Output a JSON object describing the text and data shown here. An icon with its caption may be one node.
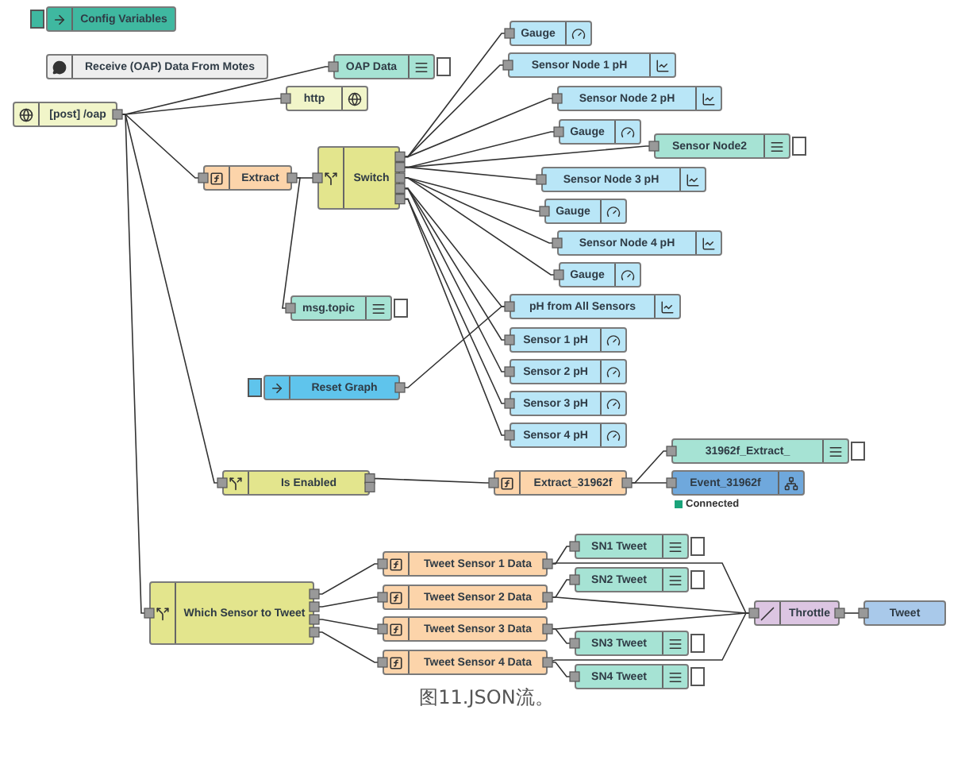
{
  "diagram": {
    "caption": "图11.JSON流。",
    "nodes": [
      {
        "text": [
          "Config Variables"
        ]
      },
      {
        "text": [
          "Receive (OAP) Data From Motes"
        ]
      },
      {
        "text": [
          "OAP Data"
        ]
      },
      {
        "text": [
          "[post] /oap"
        ]
      },
      {
        "text": [
          "http"
        ]
      },
      {
        "text": [
          "Extract"
        ]
      },
      {
        "text": [
          "Switch"
        ]
      },
      {
        "text": [
          "msg.topic"
        ]
      },
      {
        "text": [
          "Gauge"
        ]
      },
      {
        "text": [
          "Sensor Node 1 pH"
        ]
      },
      {
        "text": [
          "Sensor Node 2 pH"
        ]
      },
      {
        "text": [
          "Gauge"
        ]
      },
      {
        "text": [
          "Sensor Node2"
        ]
      },
      {
        "text": [
          "Sensor Node 3 pH"
        ]
      },
      {
        "text": [
          "Gauge"
        ]
      },
      {
        "text": [
          "Sensor Node 4 pH"
        ]
      },
      {
        "text": [
          "Gauge"
        ]
      },
      {
        "text": [
          "pH from All Sensors"
        ]
      },
      {
        "text": [
          "Sensor 1 pH"
        ]
      },
      {
        "text": [
          "Sensor 2 pH"
        ]
      },
      {
        "text": [
          "Sensor 3 pH"
        ]
      },
      {
        "text": [
          "Sensor 4 pH"
        ]
      },
      {
        "text": [
          "Reset Graph"
        ]
      },
      {
        "text": [
          "Is Enabled"
        ]
      },
      {
        "text": [
          "Extract_31962f"
        ]
      },
      {
        "text": [
          "31962f_Extract_"
        ]
      },
      {
        "text": [
          "Event_31962f"
        ],
        "beside": [
          "Connected"
        ]
      },
      {
        "text": [
          "Which Sensor to Tweet"
        ]
      },
      {
        "text": [
          "Tweet Sensor 1 Data"
        ]
      },
      {
        "text": [
          "Tweet Sensor 2 Data"
        ]
      },
      {
        "text": [
          "Tweet Sensor 3 Data"
        ]
      },
      {
        "text": [
          "Tweet Sensor 4 Data"
        ]
      },
      {
        "text": [
          "SN1 Tweet"
        ]
      },
      {
        "text": [
          "SN2 Tweet"
        ]
      },
      {
        "text": [
          "SN3 Tweet"
        ]
      },
      {
        "text": [
          "SN4 Tweet"
        ]
      },
      {
        "text": [
          "Throttle"
        ]
      },
      {
        "text": [
          "Tweet"
        ]
      }
    ],
    "edges": [
      {
        "from": 3,
        "to": 2,
        "arrow": "none"
      },
      {
        "from": 3,
        "to": 4,
        "arrow": "none"
      },
      {
        "from": 3,
        "to": 5,
        "arrow": "none"
      },
      {
        "from": 3,
        "to": 23,
        "arrow": "none"
      },
      {
        "from": 3,
        "to": 27,
        "arrow": "none"
      },
      {
        "from": 5,
        "to": 6,
        "arrow": "none"
      },
      {
        "from": 5,
        "to": 7,
        "arrow": "none"
      },
      {
        "from": 6,
        "to": 8,
        "arrow": "none"
      },
      {
        "from": 6,
        "to": 9,
        "arrow": "none"
      },
      {
        "from": 6,
        "to": 10,
        "arrow": "none"
      },
      {
        "from": 6,
        "to": 11,
        "arrow": "none"
      },
      {
        "from": 6,
        "to": 12,
        "arrow": "none"
      },
      {
        "from": 6,
        "to": 13,
        "arrow": "none"
      },
      {
        "from": 6,
        "to": 14,
        "arrow": "none"
      },
      {
        "from": 6,
        "to": 15,
        "arrow": "none"
      },
      {
        "from": 6,
        "to": 16,
        "arrow": "none"
      },
      {
        "from": 6,
        "to": 17,
        "arrow": "none"
      },
      {
        "from": 6,
        "to": 18,
        "arrow": "none"
      },
      {
        "from": 6,
        "to": 19,
        "arrow": "none"
      },
      {
        "from": 6,
        "to": 20,
        "arrow": "none"
      },
      {
        "from": 6,
        "to": 21,
        "arrow": "none"
      },
      {
        "from": 22,
        "to": 17,
        "arrow": "none"
      },
      {
        "from": 23,
        "to": 24,
        "arrow": "none"
      },
      {
        "from": 24,
        "to": 25,
        "arrow": "none"
      },
      {
        "from": 24,
        "to": 26,
        "arrow": "none"
      },
      {
        "from": 27,
        "to": 28,
        "arrow": "none"
      },
      {
        "from": 27,
        "to": 29,
        "arrow": "none"
      },
      {
        "from": 27,
        "to": 30,
        "arrow": "none"
      },
      {
        "from": 27,
        "to": 31,
        "arrow": "none"
      },
      {
        "from": 28,
        "to": 32,
        "arrow": "none"
      },
      {
        "from": 28,
        "to": 36,
        "arrow": "none"
      },
      {
        "from": 29,
        "to": 33,
        "arrow": "none"
      },
      {
        "from": 29,
        "to": 36,
        "arrow": "none"
      },
      {
        "from": 30,
        "to": 34,
        "arrow": "none"
      },
      {
        "from": 30,
        "to": 36,
        "arrow": "none"
      },
      {
        "from": 31,
        "to": 35,
        "arrow": "none"
      },
      {
        "from": 31,
        "to": 36,
        "arrow": "none"
      },
      {
        "from": 36,
        "to": 37,
        "arrow": "none"
      }
    ]
  }
}
